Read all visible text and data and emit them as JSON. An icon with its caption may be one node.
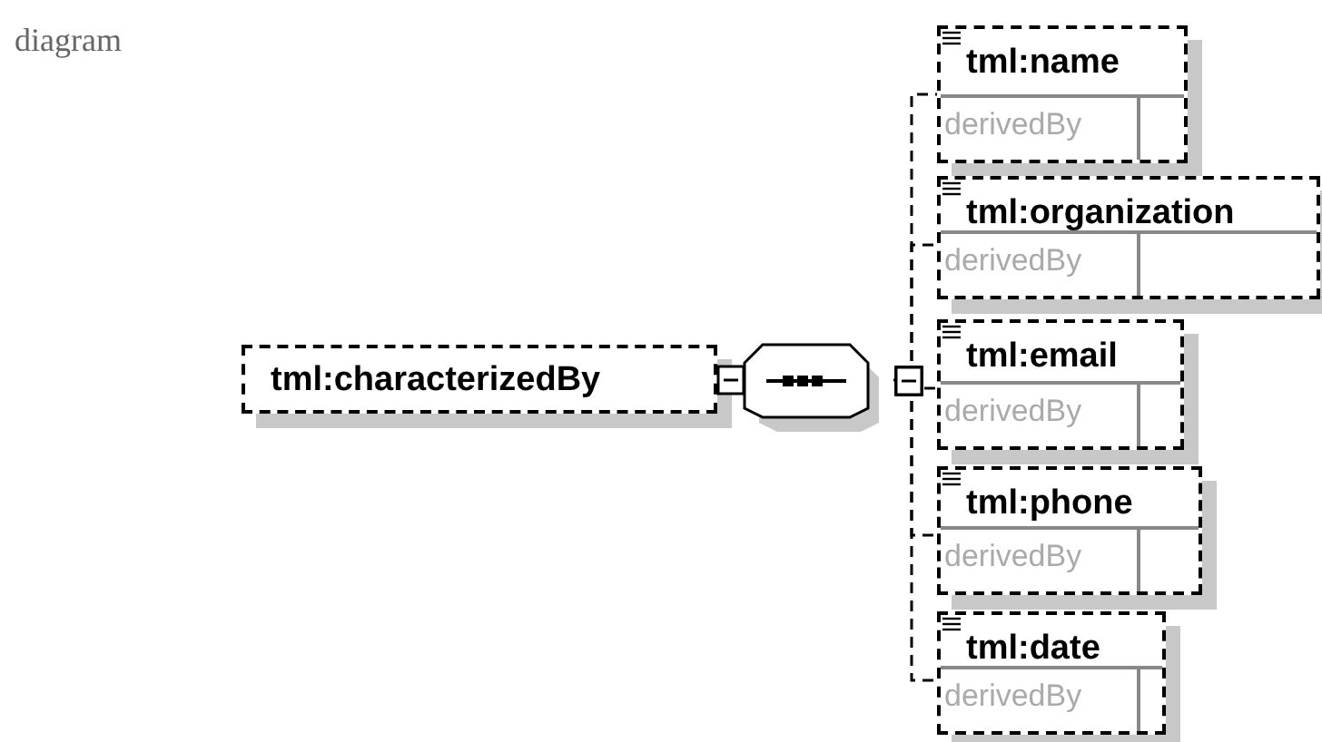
{
  "diagram": {
    "nodes": [
      {
        "text": [
          "tml:characterizedBy"
        ]
      },
      {
        "text": [],
        "shape": "octagon"
      },
      {
        "text": [
          "tml:name",
          "derivedBy"
        ]
      },
      {
        "text": [
          "tml:organization",
          "derivedBy"
        ]
      },
      {
        "text": [
          "tml:email",
          "derivedBy"
        ]
      },
      {
        "text": [
          "tml:phone",
          "derivedBy"
        ]
      },
      {
        "text": [
          "tml:date",
          "derivedBy"
        ]
      }
    ],
    "edges": [
      {
        "from": 0,
        "to": 1,
        "arrow": "other"
      },
      {
        "from": 1,
        "to": 2,
        "arrow": "other",
        "style": "dashed"
      },
      {
        "from": 1,
        "to": 3,
        "arrow": "other",
        "style": "dashed"
      },
      {
        "from": 1,
        "to": 4,
        "arrow": "other",
        "style": "dashed"
      },
      {
        "from": 1,
        "to": 5,
        "arrow": "other",
        "style": "dashed"
      },
      {
        "from": 1,
        "to": 6,
        "arrow": "other",
        "style": "dashed"
      }
    ],
    "labels": [
      "diagram"
    ]
  }
}
